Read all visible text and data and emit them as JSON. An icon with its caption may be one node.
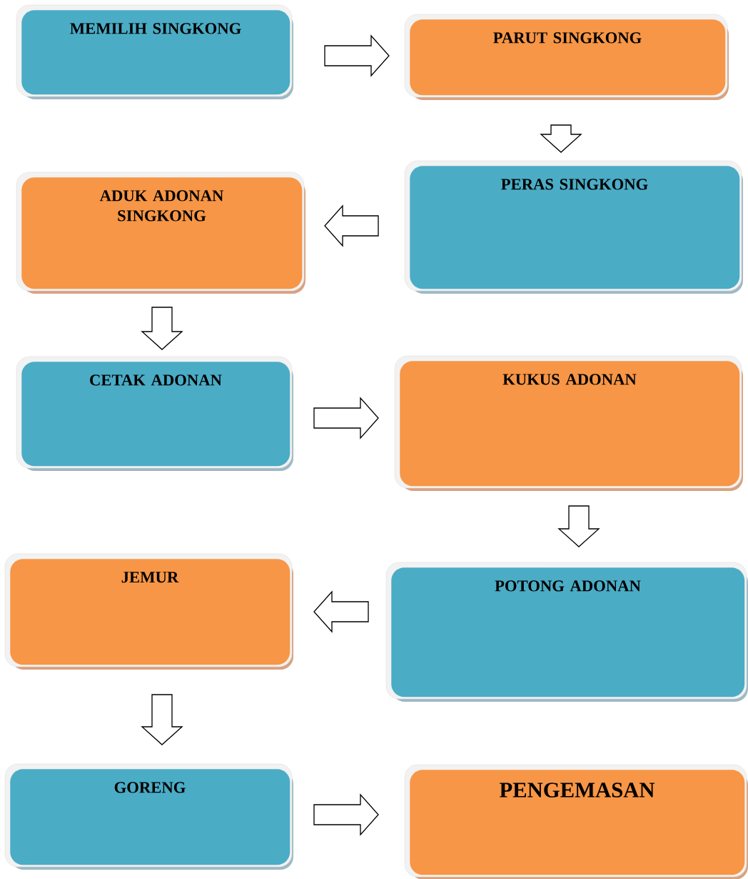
{
  "diagram": {
    "nodes": [
      {
        "text": [
          "MEMILIH SINGKONG"
        ]
      },
      {
        "text": [
          "PARUT SINGKONG"
        ]
      },
      {
        "text": [
          "PERAS SINGKONG"
        ]
      },
      {
        "text": [
          "ADUK ADONAN SINGKONG"
        ]
      },
      {
        "text": [
          "CETAK ADONAN"
        ]
      },
      {
        "text": [
          "KUKUS ADONAN"
        ]
      },
      {
        "text": [
          "POTONG ADONAN"
        ]
      },
      {
        "text": [
          "JEMUR"
        ]
      },
      {
        "text": [
          "GORENG"
        ]
      },
      {
        "text": [
          "PENGEMASAN"
        ]
      }
    ],
    "edges": [
      {
        "from": 0,
        "to": 1,
        "arrow": "to"
      },
      {
        "from": 1,
        "to": 2,
        "arrow": "to"
      },
      {
        "from": 2,
        "to": 3,
        "arrow": "to"
      },
      {
        "from": 3,
        "to": 4,
        "arrow": "to"
      },
      {
        "from": 4,
        "to": 5,
        "arrow": "to"
      },
      {
        "from": 5,
        "to": 6,
        "arrow": "to"
      },
      {
        "from": 6,
        "to": 7,
        "arrow": "to"
      },
      {
        "from": 7,
        "to": 8,
        "arrow": "to"
      },
      {
        "from": 8,
        "to": 9,
        "arrow": "to"
      }
    ]
  }
}
